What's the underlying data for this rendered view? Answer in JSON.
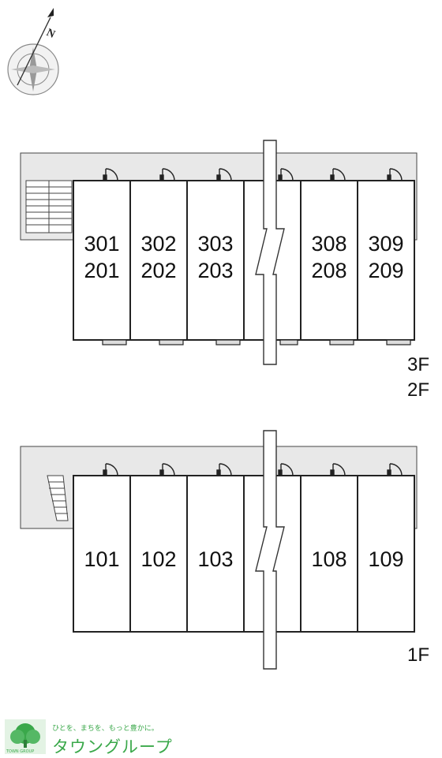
{
  "compass": {
    "north_label": "N"
  },
  "upper_block": {
    "units": [
      {
        "top": "301",
        "bottom": "201"
      },
      {
        "top": "302",
        "bottom": "202"
      },
      {
        "top": "303",
        "bottom": "203"
      },
      {
        "top": "",
        "bottom": ""
      },
      {
        "top": "308",
        "bottom": "208"
      },
      {
        "top": "309",
        "bottom": "209"
      }
    ],
    "floor_labels": [
      "3F",
      "2F"
    ]
  },
  "lower_block": {
    "units": [
      "101",
      "102",
      "103",
      "",
      "108",
      "109"
    ],
    "floor_labels": [
      "1F"
    ]
  },
  "logo": {
    "tagline": "ひとを、まちを、もっと豊かに。",
    "name": "タウングループ",
    "mark_text": "TOWN GROUP"
  },
  "colors": {
    "corridor": "#e8e8e8",
    "line": "#222222",
    "brand_green": "#3aa84a"
  }
}
